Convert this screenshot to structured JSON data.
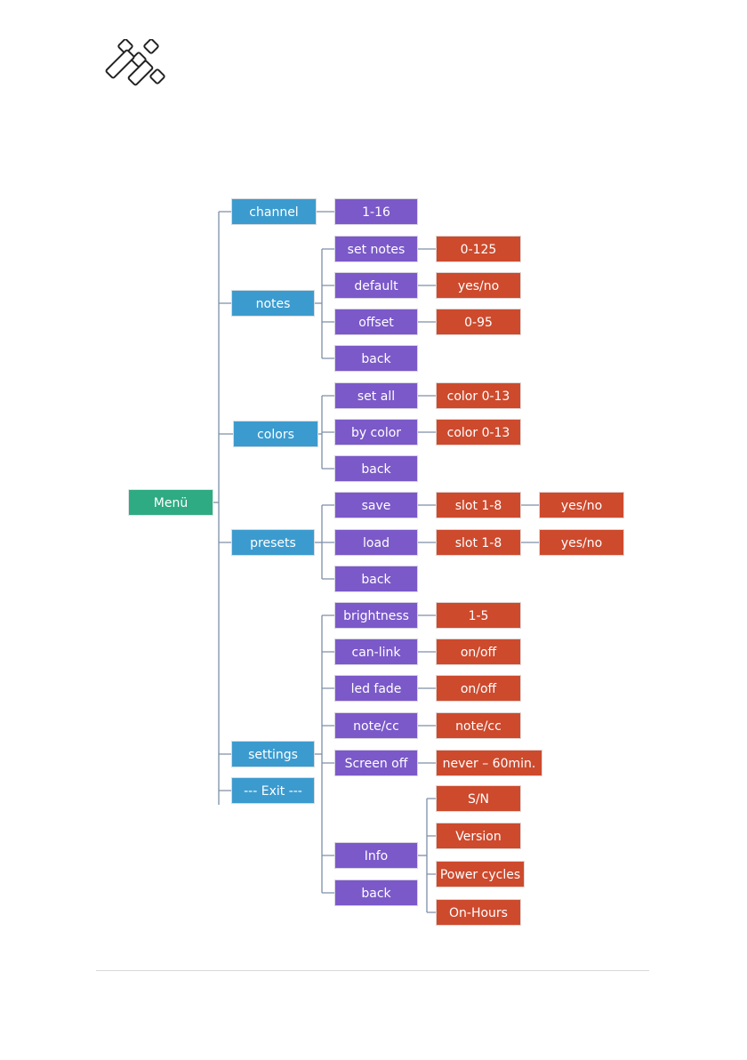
{
  "colors": {
    "root": "#2eab82",
    "level1": "#3b9bcf",
    "level2": "#7b59c9",
    "level3": "#cd4a2d",
    "connector": "#7d8fa8"
  },
  "logo": {
    "icon": "logo-tiles-icon"
  },
  "menu": {
    "root": "Menü",
    "channel": {
      "label": "channel",
      "range": "1-16"
    },
    "notes": {
      "label": "notes",
      "set_notes": "set notes",
      "set_notes_value": "0-125",
      "default": "default",
      "default_value": "yes/no",
      "offset": "offset",
      "offset_value": "0-95",
      "back": "back"
    },
    "colors": {
      "label": "colors",
      "set_all": "set all",
      "set_all_value": "color 0-13",
      "by_color": "by color",
      "by_color_value": "color 0-13",
      "back": "back"
    },
    "presets": {
      "label": "presets",
      "save": "save",
      "save_slot": "slot 1-8",
      "save_confirm": "yes/no",
      "load": "load",
      "load_slot": "slot 1-8",
      "load_confirm": "yes/no",
      "back": "back"
    },
    "settings": {
      "label": "settings",
      "brightness": "brightness",
      "brightness_value": "1-5",
      "can_link": "can-link",
      "can_link_value": "on/off",
      "led_fade": "led fade",
      "led_fade_value": "on/off",
      "note_cc": "note/cc",
      "note_cc_value": "note/cc",
      "screen_off": "Screen off",
      "screen_off_value": "never – 60min.",
      "info": "Info",
      "info_items": [
        "S/N",
        "Version",
        "Power cycles",
        "On-Hours"
      ],
      "back": "back"
    },
    "exit": "--- Exit ---"
  }
}
